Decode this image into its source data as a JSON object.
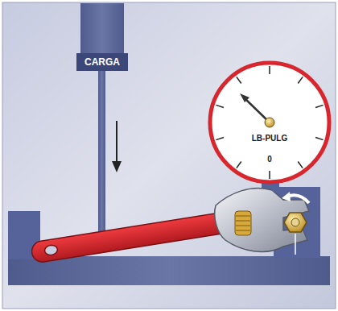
{
  "diagram": {
    "nodes": [
      {
        "text": [
          "CARGA"
        ]
      },
      {
        "text": [
          "LB-PULG",
          "0"
        ]
      }
    ]
  }
}
